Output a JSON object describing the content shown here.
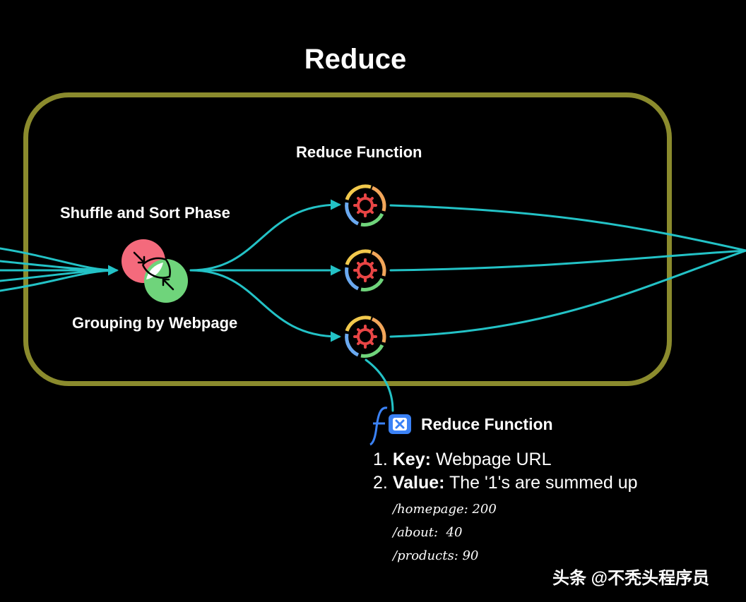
{
  "title": "Reduce",
  "labels": {
    "reduce_function": "Reduce Function",
    "shuffle_sort": "Shuffle and Sort Phase",
    "grouping": "Grouping by Webpage"
  },
  "icons": {
    "merge": "merge-arrows-icon",
    "reducer": "gear-cycle-icon",
    "function": "function-icon"
  },
  "colors": {
    "wire": "#23c2c6",
    "box_border": "#8b8b2d",
    "merge_red": "#f46a7c",
    "merge_green": "#6fd47b",
    "gear": "#e84545"
  },
  "details": {
    "title": "Reduce Function",
    "items": [
      {
        "num": "1.",
        "key": "Key:",
        "text": "Webpage URL"
      },
      {
        "num": "2.",
        "key": "Value:",
        "text": "The '1's are summed up"
      }
    ],
    "code": [
      "/homepage: 200",
      "/about:  40",
      "/products: 90"
    ]
  },
  "watermark": "头条 @不秃头程序员"
}
